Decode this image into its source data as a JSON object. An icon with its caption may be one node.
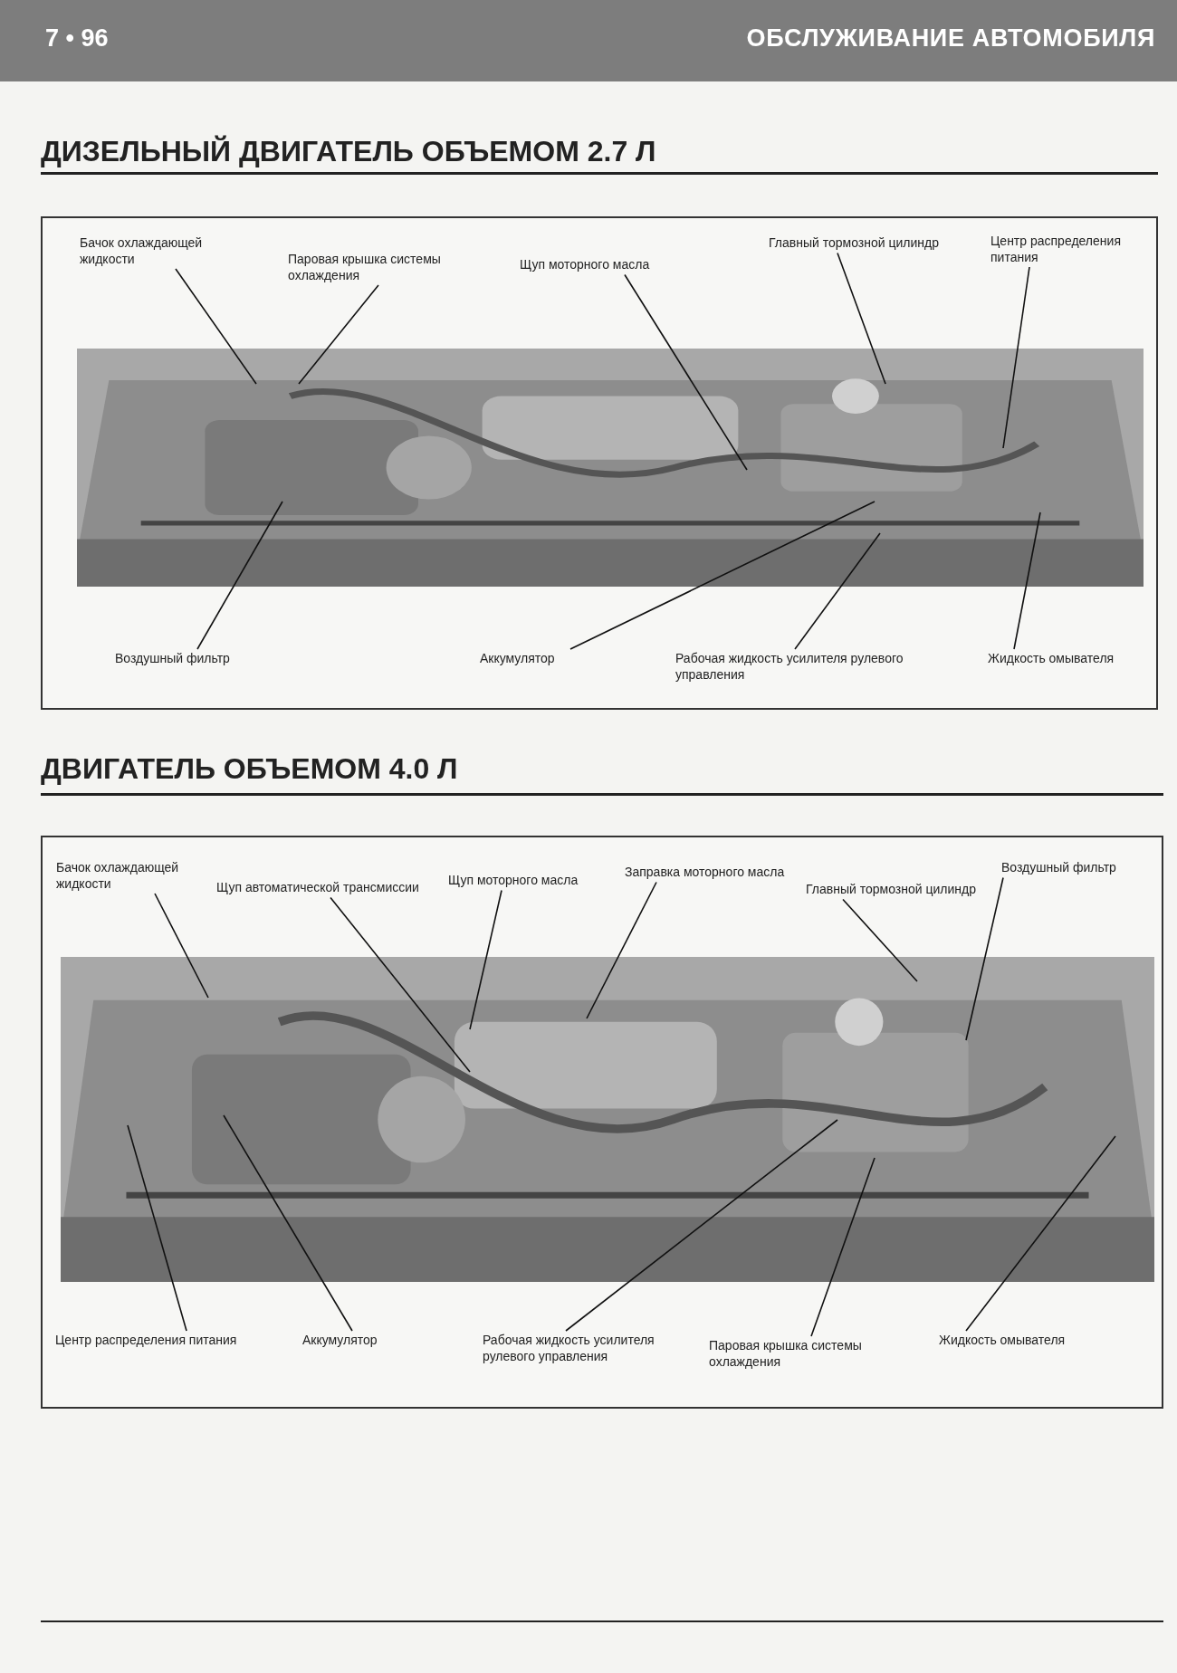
{
  "diagram": {
    "nodes": [
      {
        "text": [],
        "shape": "box"
      },
      {
        "text": [
          "Бачок охлаждающей жидкости"
        ],
        "in": 0
      },
      {
        "text": [
          "Паровая крышка системы охлаждения"
        ],
        "in": 0
      },
      {
        "text": [
          "Щуп моторного масла"
        ],
        "in": 0
      },
      {
        "text": [
          "Главный тормозной цилиндр"
        ],
        "in": 0
      },
      {
        "text": [
          "Центр распределения питания"
        ],
        "in": 0
      },
      {
        "text": [],
        "shape": "picture",
        "in": 0
      },
      {
        "text": [
          "Воздушный фильтр"
        ],
        "in": 0
      },
      {
        "text": [
          "Аккумулятор"
        ],
        "in": 0
      },
      {
        "text": [
          "Рабочая жидкость усилителя рулевого управления"
        ],
        "in": 0
      },
      {
        "text": [
          "Жидкость омывателя"
        ],
        "in": 0
      },
      {
        "text": [],
        "shape": "box"
      },
      {
        "text": [
          "Бачок охлаждающей жидкости"
        ],
        "in": 11
      },
      {
        "text": [
          "Щуп автоматической трансмиссии"
        ],
        "in": 11
      },
      {
        "text": [
          "Щуп моторного масла"
        ],
        "in": 11
      },
      {
        "text": [
          "Заправка моторного масла"
        ],
        "in": 11
      },
      {
        "text": [
          "Главный тормозной цилиндр"
        ],
        "in": 11
      },
      {
        "text": [
          "Воздушный фильтр"
        ],
        "in": 11
      },
      {
        "text": [],
        "shape": "picture",
        "in": 11
      },
      {
        "text": [
          "Центр распределения питания"
        ],
        "in": 11
      },
      {
        "text": [
          "Аккумулятор"
        ],
        "in": 11
      },
      {
        "text": [
          "Рабочая жидкость усилителя рулевого управления"
        ],
        "in": 11
      },
      {
        "text": [
          "Паровая крышка системы охлаждения"
        ],
        "in": 11
      },
      {
        "text": [
          "Жидкость омывателя"
        ],
        "in": 11
      }
    ],
    "edges": [
      {
        "from": 1,
        "to": 6,
        "arrow": "none"
      },
      {
        "from": 2,
        "to": 6,
        "arrow": "none"
      },
      {
        "from": 3,
        "to": 6,
        "arrow": "none"
      },
      {
        "from": 4,
        "to": 6,
        "arrow": "none"
      },
      {
        "from": 5,
        "to": 6,
        "arrow": "none"
      },
      {
        "from": 7,
        "to": 6,
        "arrow": "none"
      },
      {
        "from": 8,
        "to": 6,
        "arrow": "none"
      },
      {
        "from": 9,
        "to": 6,
        "arrow": "none"
      },
      {
        "from": 10,
        "to": 6,
        "arrow": "none"
      },
      {
        "from": 12,
        "to": 18,
        "arrow": "none"
      },
      {
        "from": 13,
        "to": 18,
        "arrow": "none"
      },
      {
        "from": 14,
        "to": 18,
        "arrow": "none"
      },
      {
        "from": 15,
        "to": 18,
        "arrow": "none"
      },
      {
        "from": 16,
        "to": 18,
        "arrow": "none"
      },
      {
        "from": 17,
        "to": 18,
        "arrow": "none"
      },
      {
        "from": 19,
        "to": 18,
        "arrow": "none"
      },
      {
        "from": 20,
        "to": 18,
        "arrow": "none"
      },
      {
        "from": 21,
        "to": 18,
        "arrow": "none"
      },
      {
        "from": 22,
        "to": 18,
        "arrow": "none"
      },
      {
        "from": 23,
        "to": 18,
        "arrow": "none"
      }
    ],
    "labels": [
      "7 • 96",
      "ОБСЛУЖИВАНИЕ АВТОМОБИЛЯ",
      "ДИЗЕЛЬНЫЙ ДВИГАТЕЛЬ ОБЪЕМОМ 2.7 Л",
      "ДВИГАТЕЛЬ ОБЪЕМОМ 4.0 Л"
    ]
  }
}
